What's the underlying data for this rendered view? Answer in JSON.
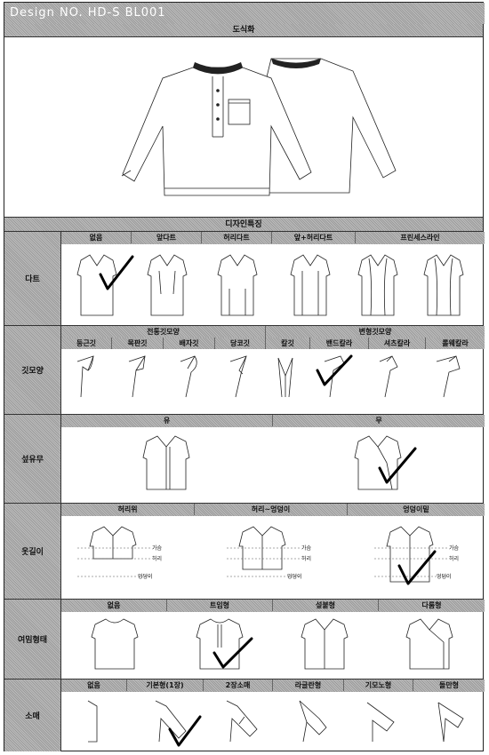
{
  "header": {
    "design_no": "Design NO. HD-S BL001"
  },
  "drawing": {
    "title": "도식화"
  },
  "design": {
    "title": "디자인특징"
  },
  "rows": {
    "dart": {
      "label": "다트",
      "options": [
        "없음",
        "앞다트",
        "허리다트",
        "앞+허리다트",
        "프린세스라인"
      ]
    },
    "collar": {
      "label": "깃모양",
      "group_traditional": "전통깃모양",
      "group_modified": "변형깃모양",
      "options": [
        "둥근깃",
        "목판깃",
        "배자깃",
        "당코깃",
        "칼깃",
        "밴드칼라",
        "셔츠칼라",
        "롤웨칼라"
      ]
    },
    "seam": {
      "label": "섶유무",
      "options": [
        "유",
        "무"
      ]
    },
    "length": {
      "label": "옷길이",
      "options": [
        "허리위",
        "허리~엉덩이",
        "엉덩이밑"
      ],
      "line_chest": "가슴",
      "line_waist": "허리",
      "line_hip": "엉덩이"
    },
    "closure": {
      "label": "여밈형태",
      "options": [
        "없음",
        "트임형",
        "섶붙형",
        "다룸형"
      ]
    },
    "sleeve": {
      "label": "소매",
      "options": [
        "없음",
        "기본형(1장)",
        "2장소매",
        "라글란형",
        "기모노형",
        "돌만형"
      ]
    }
  }
}
